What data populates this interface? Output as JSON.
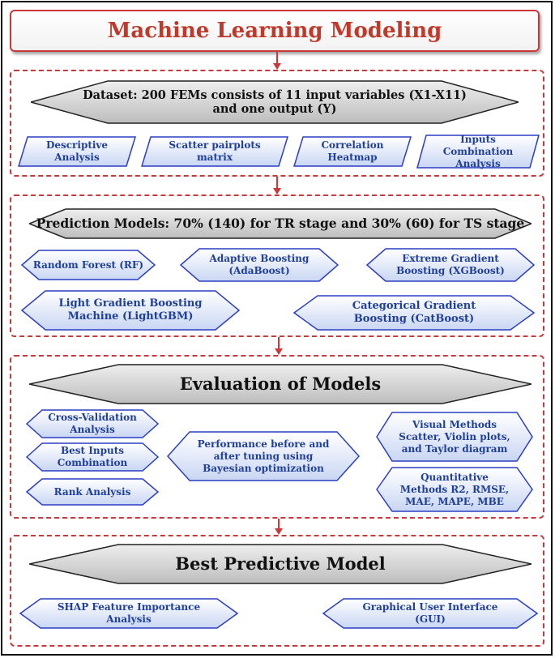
{
  "title": "Machine Learning Modeling",
  "stage1": {
    "banner_line1": "Dataset: 200 FEMs consists of 11 input variables (X1-X11)",
    "banner_line2": "and one output (Y)",
    "items": [
      "Descriptive Analysis",
      "Scatter pairplots matrix",
      "Correlation Heatmap",
      "Inputs Combination Analysis"
    ]
  },
  "stage2": {
    "banner": "Prediction Models: 70% (140) for TR stage and 30% (60) for TS stage",
    "models": {
      "rf": "Random Forest (RF)",
      "adaboost": "Adaptive Boosting (AdaBoost)",
      "xgboost": "Extreme Gradient Boosting (XGBoost)",
      "lightgbm": "Light Gradient Boosting Machine (LightGBM)",
      "catboost": "Categorical  Gradient Boosting (CatBoost)"
    }
  },
  "stage3": {
    "banner": "Evaluation of Models",
    "cross_validation": "Cross-Validation Analysis",
    "best_inputs": "Best Inputs Combination",
    "rank": "Rank Analysis",
    "performance": "Performance before and after tuning using Bayesian optimization",
    "visual": "Visual Methods Scatter, Violin plots, and Taylor diagram",
    "quantitative": "Quantitative Methods R2, RMSE, MAE, MAPE, MBE"
  },
  "stage4": {
    "banner": "Best Predictive Model",
    "shap": "SHAP Feature Importance Analysis",
    "gui": "Graphical User Interface (GUI)"
  },
  "colors": {
    "accent_red": "#c83a3a",
    "title_red": "#c0392b",
    "shape_blue": "#2b3fc4",
    "text_blue": "#1f3f9a",
    "banner_gray": "#c8c8c8"
  }
}
